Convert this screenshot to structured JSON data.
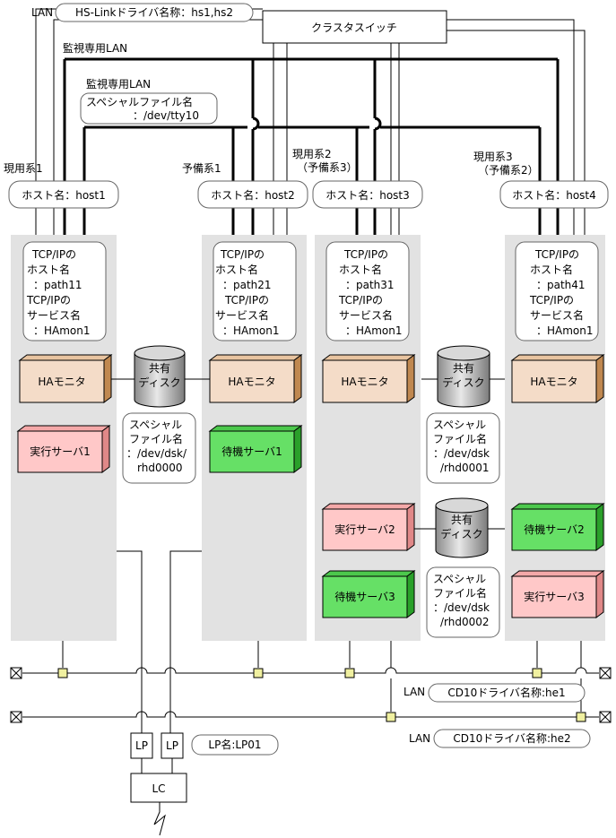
{
  "diagram": {
    "switch_label": "クラスタスイッチ",
    "hslink_lan": {
      "prefix": "LAN",
      "driver": "HS-Linkドライバ名称：hs1,hs2"
    },
    "monitor_lan_1": "監視専用LAN",
    "monitor_lan_2": "監視専用LAN",
    "special_tty": {
      "line1": "スペシャルファイル名",
      "line2": "：/dev/tty10"
    },
    "systems": [
      {
        "role": [
          "現用系1"
        ],
        "host": "ホスト名：host1",
        "tcp": [
          "TCP/IPの",
          "ホスト名",
          "：path11",
          "TCP/IPの",
          "サービス名",
          "：HAmon1"
        ]
      },
      {
        "role": [
          "予備系1"
        ],
        "host": "ホスト名：host2",
        "tcp": [
          "TCP/IPの",
          "ホスト名",
          "：path21",
          "TCP/IPの",
          "サービス名",
          "：HAmon1"
        ]
      },
      {
        "role": [
          "現用系2",
          "（予備系3）"
        ],
        "host": "ホスト名：host3",
        "tcp": [
          "TCP/IPの",
          "ホスト名",
          "：path31",
          "TCP/IPの",
          "サービス名",
          "：HAmon1"
        ]
      },
      {
        "role": [
          "現用系3",
          "（予備系2）"
        ],
        "host": "ホスト名：host4",
        "tcp": [
          "TCP/IPの",
          "ホスト名",
          "：path41",
          "TCP/IPの",
          "サービス名",
          "：HAmon1"
        ]
      }
    ],
    "ha_monitor": "HAモニタ",
    "disks": [
      {
        "label": [
          "共有",
          "ディスク"
        ],
        "special": [
          "スペシャル",
          "ファイル名",
          "：/dev/dsk/",
          "rhd0000"
        ]
      },
      {
        "label": [
          "共有",
          "ディスク"
        ],
        "special": [
          "スペシャル",
          "ファイル名",
          "：/dev/dsk",
          "/rhd0001"
        ]
      },
      {
        "label": [
          "共有",
          "ディスク"
        ],
        "special": [
          "スペシャル",
          "ファイル名",
          "：/dev/dsk",
          "/rhd0002"
        ]
      }
    ],
    "servers": {
      "exec1": "実行サーバ1",
      "standby1": "待機サーバ1",
      "exec2": "実行サーバ2",
      "standby3": "待機サーバ3",
      "standby2": "待機サーバ2",
      "exec3": "実行サーバ3"
    },
    "lan_he1": {
      "prefix": "LAN",
      "driver": "CD10ドライバ名称:he1"
    },
    "lan_he2": {
      "prefix": "LAN",
      "driver": "CD10ドライバ名称:he2"
    },
    "lp": {
      "lp1": "LP",
      "lp2": "LP",
      "lp_name": "LP名:LP01",
      "lc": "LC"
    },
    "colors": {
      "panel": "#e2e2e2",
      "ha_face": "#f4dcc8",
      "ha_side": "#c08850",
      "exec_face": "#ffc8c8",
      "exec_side": "#e08888",
      "standby_face": "#66e066",
      "standby_side": "#2aa02a",
      "connector": "#f0f0a0"
    }
  }
}
